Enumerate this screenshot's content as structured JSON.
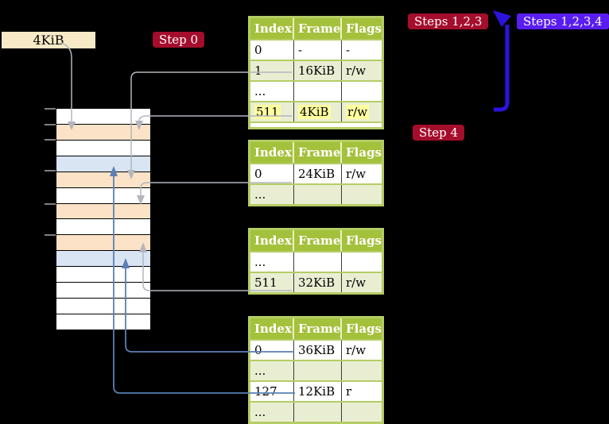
{
  "colors": {
    "background": "#000000",
    "table_header_bg": "#a4c13c",
    "table_row_alt_bg": "#e9eed3",
    "table_border": "#b5cd65",
    "highlight": "#ffff9e",
    "mem_free": "#ffffff",
    "mem_table_frame": "#fce3c7",
    "mem_data_frame": "#d9e5f3",
    "arrow_gray": "#b3b6bd",
    "arrow_blue": "#5b7fb5",
    "arrow_thick": "#2b13dd",
    "badge_red_bg": "#a50d2d",
    "badge_blue_bg": "#5a1df0",
    "label_bg": "#f8e9c7"
  },
  "labels": {
    "frame_size": "4KiB",
    "step0": "Step 0",
    "step4": "Step 4",
    "steps123": "Steps 1,2,3",
    "steps1234": "Steps 1,2,3,4"
  },
  "page_tables": [
    {
      "columns": [
        "Index",
        "Frame",
        "Flags"
      ],
      "rows": [
        {
          "cells": [
            "0",
            "-",
            "-"
          ],
          "highlight": false
        },
        {
          "cells": [
            "1",
            "16KiB",
            "r/w"
          ],
          "highlight": false
        },
        {
          "cells": [
            "...",
            "",
            ""
          ],
          "highlight": false
        },
        {
          "cells": [
            "511",
            "4KiB",
            "r/w"
          ],
          "highlight": true
        }
      ],
      "partial_row": true
    },
    {
      "columns": [
        "Index",
        "Frame",
        "Flags"
      ],
      "rows": [
        {
          "cells": [
            "0",
            "24KiB",
            "r/w"
          ],
          "highlight": false
        },
        {
          "cells": [
            "...",
            "",
            ""
          ],
          "highlight": false
        }
      ],
      "partial_row": false
    },
    {
      "columns": [
        "Index",
        "Frame",
        "Flags"
      ],
      "rows": [
        {
          "cells": [
            "...",
            "",
            ""
          ],
          "highlight": false
        },
        {
          "cells": [
            "511",
            "32KiB",
            "r/w"
          ],
          "highlight": false
        }
      ],
      "partial_row": false
    },
    {
      "columns": [
        "Index",
        "Frame",
        "Flags"
      ],
      "rows": [
        {
          "cells": [
            "0",
            "36KiB",
            "r/w"
          ],
          "highlight": false
        },
        {
          "cells": [
            "...",
            "",
            ""
          ],
          "highlight": false
        },
        {
          "cells": [
            "127",
            "12KiB",
            "r"
          ],
          "highlight": false
        },
        {
          "cells": [
            "...",
            "",
            ""
          ],
          "highlight": false
        }
      ],
      "partial_row": false
    }
  ],
  "memory": {
    "rows": [
      {
        "kind": "free"
      },
      {
        "kind": "page-table"
      },
      {
        "kind": "free"
      },
      {
        "kind": "data"
      },
      {
        "kind": "page-table"
      },
      {
        "kind": "free"
      },
      {
        "kind": "page-table"
      },
      {
        "kind": "free"
      },
      {
        "kind": "page-table"
      },
      {
        "kind": "data"
      },
      {
        "kind": "free"
      },
      {
        "kind": "free"
      },
      {
        "kind": "free"
      },
      {
        "kind": "free"
      }
    ]
  }
}
